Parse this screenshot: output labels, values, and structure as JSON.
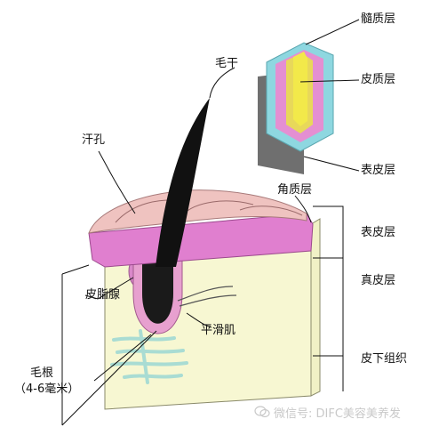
{
  "labels": {
    "medulla": "髓质层",
    "cortex": "皮质层",
    "cuticle": "表皮层",
    "shaft": "毛干",
    "pore": "汗孔",
    "stratum_corneum": "角质层",
    "epidermis": "表皮层",
    "dermis": "真皮层",
    "subcutis": "皮下组织",
    "sebaceous_gland": "皮脂腺",
    "smooth_muscle": "平滑肌",
    "root": "毛根",
    "root_length": "（4-6毫米）"
  },
  "watermark": {
    "text": "微信号: DIFC美容美养发",
    "icon": "wechat-icon"
  },
  "colors": {
    "skin_top": "#efc3c0",
    "skin_layer": "#e07fcf",
    "dermis": "#f7f7d2",
    "hair": "#111111",
    "hair_cortex": "#e8d85a",
    "hair_medulla": "#f2e94a",
    "hair_inner": "#e48fd2",
    "hair_outer": "#8ed7e0",
    "hair_cuticle": "#6f6f6f",
    "gland": "#d988c9",
    "nerve": "#a9dcd3"
  }
}
